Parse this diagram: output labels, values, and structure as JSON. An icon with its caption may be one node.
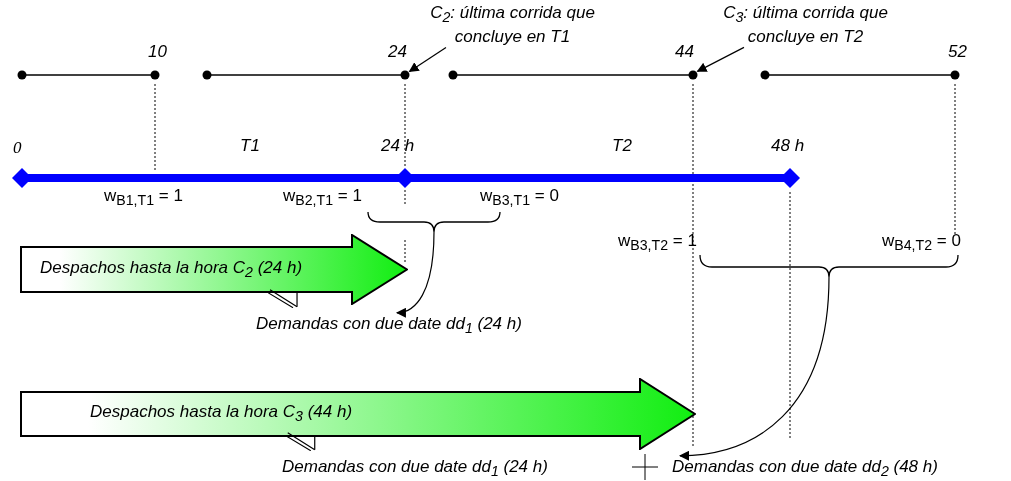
{
  "diagram": {
    "nodes": [
      {
        "text": [
          "Despachos hasta la hora C$_{2}$  (24 h)"
        ]
      },
      {
        "text": [
          "Demandas con due date dd$_{1}$ (24 h)"
        ]
      },
      {
        "text": [
          "Despachos hasta la hora C$_{3}$  (44 h)"
        ]
      },
      {
        "text": [
          "Demandas con due date dd$_{1}$ (24 h)"
        ]
      },
      {
        "text": [
          "Demandas con due date dd$_{2}$ (48 h)"
        ]
      },
      {
        "text": [
          "C$_{2}$: última corrida que concluye en T1"
        ]
      },
      {
        "text": [
          "C$_{3}$: última corrida que concluye en T2"
        ]
      },
      {
        "text": [],
        "shape": "bar"
      },
      {
        "text": [],
        "shape": "bar"
      },
      {
        "text": [],
        "shape": "bar"
      },
      {
        "text": [],
        "shape": "bar"
      },
      {
        "text": [],
        "shape": "brace"
      },
      {
        "text": [],
        "shape": "brace"
      }
    ],
    "edges": [
      {
        "from": 11,
        "to": 1,
        "arrow": "to"
      },
      {
        "from": 12,
        "to": 4,
        "arrow": "to"
      },
      {
        "from": 5,
        "to": 8,
        "arrow": "to"
      },
      {
        "from": 6,
        "to": 9,
        "arrow": "to"
      },
      {
        "from": 0,
        "to": 1,
        "arrow": "other"
      },
      {
        "from": 2,
        "to": 3,
        "arrow": "other"
      }
    ],
    "labels": [
      "10",
      "24",
      "44",
      "52",
      "0",
      "T1",
      "24 h",
      "T2",
      "48 h",
      "w$_{B1,T1}$ = 1",
      "w$_{B2,T1}$ = 1",
      "w$_{B3,T1}$ = 0",
      "w$_{B3,T2}$ = 1",
      "w$_{B4,T2}$ = 0"
    ]
  }
}
